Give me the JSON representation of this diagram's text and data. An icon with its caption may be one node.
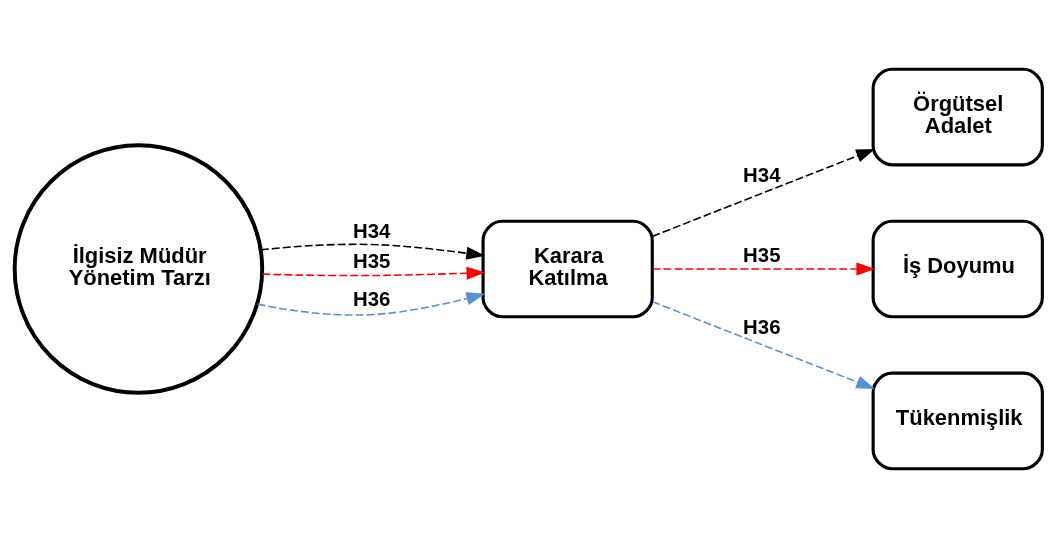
{
  "diagram": {
    "nodes": [
      {
        "text": [
          "İlgisiz Müdür Yönetim Tarzı"
        ]
      },
      {
        "text": [
          "Karara Katılma"
        ]
      },
      {
        "text": [
          "Örgütsel Adalet"
        ]
      },
      {
        "text": [
          "İş Doyumu"
        ]
      },
      {
        "text": [
          "Tükenmişlik"
        ]
      }
    ],
    "edges": [
      {
        "from": 0,
        "to": 1,
        "arrow": "to",
        "label": "H34",
        "style": "dashed"
      },
      {
        "from": 0,
        "to": 1,
        "arrow": "to",
        "label": "H35",
        "style": "dashed",
        "color": "#ff0000"
      },
      {
        "from": 0,
        "to": 1,
        "arrow": "to",
        "label": "H36",
        "style": "dashed",
        "color": "#5b8fd4"
      },
      {
        "from": 1,
        "to": 2,
        "arrow": "to",
        "label": "H34",
        "style": "dashed"
      },
      {
        "from": 1,
        "to": 3,
        "arrow": "to",
        "label": "H35",
        "style": "dashed",
        "color": "#ff0000"
      },
      {
        "from": 1,
        "to": 4,
        "arrow": "to",
        "label": "H36",
        "style": "dashed",
        "color": "#5b8fd4"
      }
    ]
  }
}
